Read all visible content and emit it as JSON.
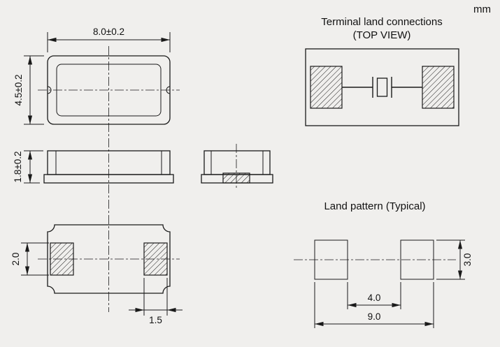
{
  "unit_label": "mm",
  "top_view": {
    "dim_width": "8.0±0.2",
    "dim_height": "4.5±0.2"
  },
  "side_view": {
    "dim_height": "1.8±0.2"
  },
  "bottom_view": {
    "dim_pad_height": "2.0",
    "dim_pad_width": "1.5"
  },
  "terminal_land": {
    "title_line1": "Terminal land connections",
    "title_line2": "(TOP VIEW)"
  },
  "land_pattern": {
    "title": "Land pattern (Typical)",
    "dim_inner": "4.0",
    "dim_outer": "9.0",
    "dim_height": "3.0"
  }
}
